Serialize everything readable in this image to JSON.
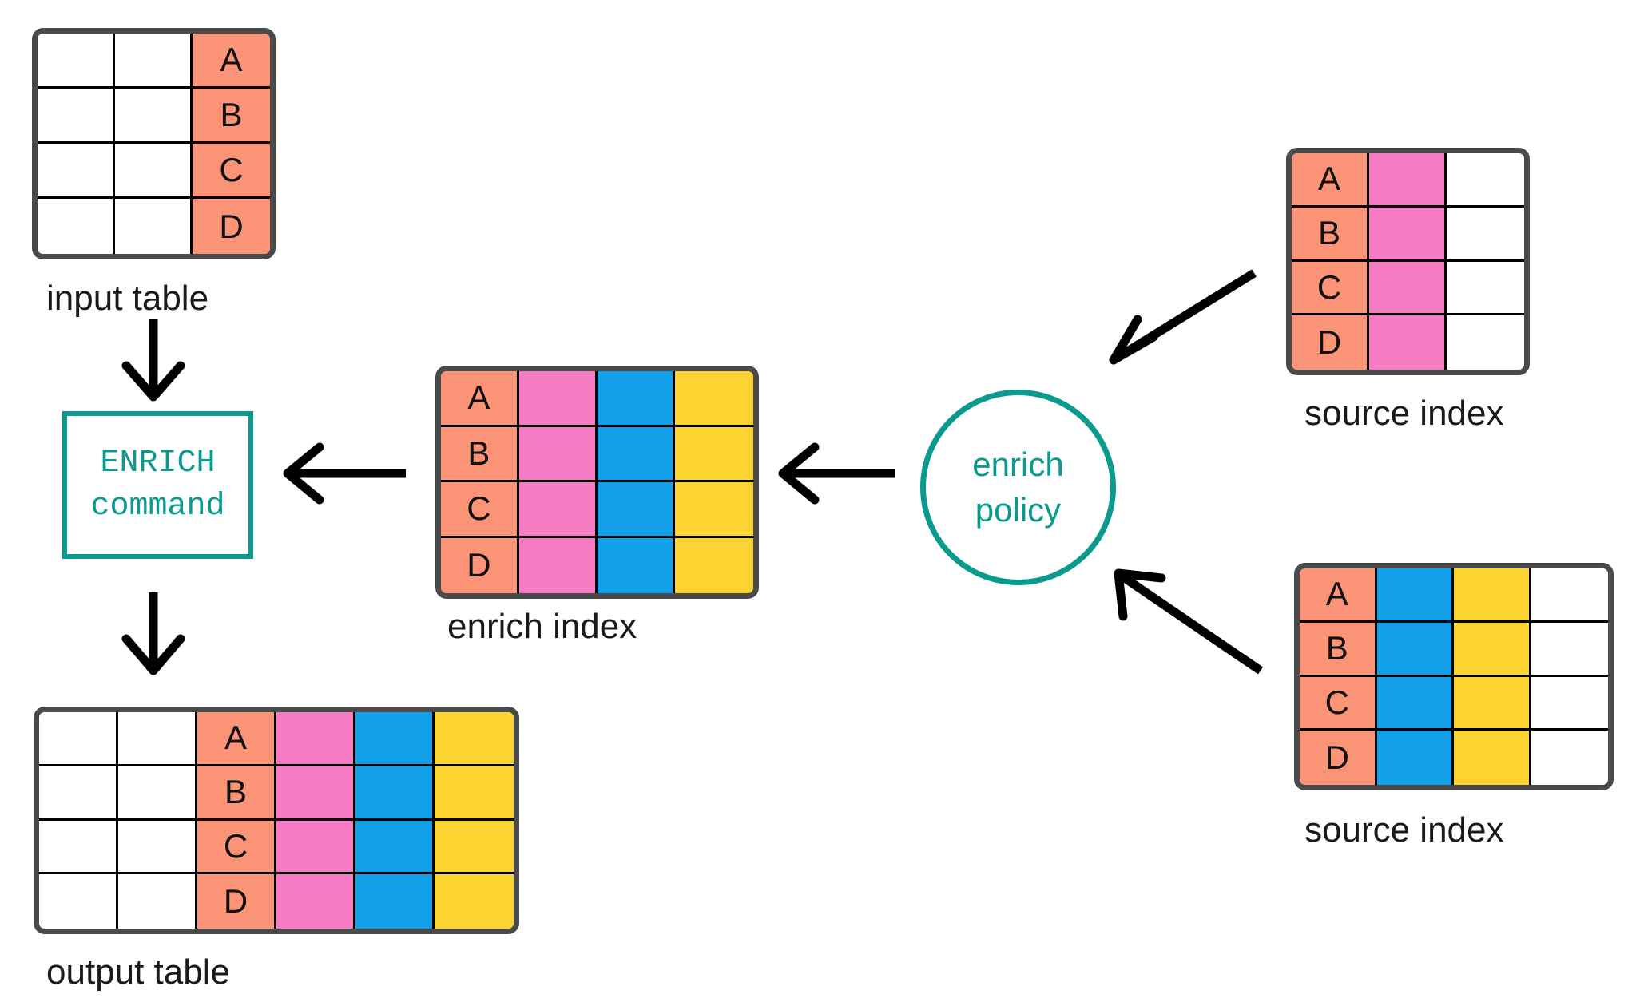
{
  "diagram": {
    "title": "ENRICH command with enrich policy and source indices",
    "palette": {
      "salmon": "#fb9377",
      "pink": "#f87cc3",
      "blue": "#13a0eb",
      "yellow": "#fcd432",
      "white": "#ffffff",
      "table_border": "#4a4a4a",
      "cell_border": "#000000",
      "teal": "#0a9b8e",
      "arrow": "#000000"
    }
  },
  "input_table": {
    "caption": "input table",
    "columns": 3,
    "rows": [
      {
        "cells": [
          {
            "text": "",
            "color": "white"
          },
          {
            "text": "",
            "color": "white"
          },
          {
            "text": "A",
            "color": "salmon"
          }
        ]
      },
      {
        "cells": [
          {
            "text": "",
            "color": "white"
          },
          {
            "text": "",
            "color": "white"
          },
          {
            "text": "B",
            "color": "salmon"
          }
        ]
      },
      {
        "cells": [
          {
            "text": "",
            "color": "white"
          },
          {
            "text": "",
            "color": "white"
          },
          {
            "text": "C",
            "color": "salmon"
          }
        ]
      },
      {
        "cells": [
          {
            "text": "",
            "color": "white"
          },
          {
            "text": "",
            "color": "white"
          },
          {
            "text": "D",
            "color": "salmon"
          }
        ]
      }
    ]
  },
  "enrich_command": {
    "line1": "ENRICH",
    "line2": "command"
  },
  "enrich_policy": {
    "line1": "enrich",
    "line2": "policy"
  },
  "enrich_index": {
    "caption": "enrich index",
    "columns": 4,
    "rows": [
      {
        "cells": [
          {
            "text": "A",
            "color": "salmon"
          },
          {
            "text": "",
            "color": "pink"
          },
          {
            "text": "",
            "color": "blue"
          },
          {
            "text": "",
            "color": "yellow"
          }
        ]
      },
      {
        "cells": [
          {
            "text": "B",
            "color": "salmon"
          },
          {
            "text": "",
            "color": "pink"
          },
          {
            "text": "",
            "color": "blue"
          },
          {
            "text": "",
            "color": "yellow"
          }
        ]
      },
      {
        "cells": [
          {
            "text": "C",
            "color": "salmon"
          },
          {
            "text": "",
            "color": "pink"
          },
          {
            "text": "",
            "color": "blue"
          },
          {
            "text": "",
            "color": "yellow"
          }
        ]
      },
      {
        "cells": [
          {
            "text": "D",
            "color": "salmon"
          },
          {
            "text": "",
            "color": "pink"
          },
          {
            "text": "",
            "color": "blue"
          },
          {
            "text": "",
            "color": "yellow"
          }
        ]
      }
    ]
  },
  "source_index_top": {
    "caption": "source index",
    "columns": 3,
    "rows": [
      {
        "cells": [
          {
            "text": "A",
            "color": "salmon"
          },
          {
            "text": "",
            "color": "pink"
          },
          {
            "text": "",
            "color": "white"
          }
        ]
      },
      {
        "cells": [
          {
            "text": "B",
            "color": "salmon"
          },
          {
            "text": "",
            "color": "pink"
          },
          {
            "text": "",
            "color": "white"
          }
        ]
      },
      {
        "cells": [
          {
            "text": "C",
            "color": "salmon"
          },
          {
            "text": "",
            "color": "pink"
          },
          {
            "text": "",
            "color": "white"
          }
        ]
      },
      {
        "cells": [
          {
            "text": "D",
            "color": "salmon"
          },
          {
            "text": "",
            "color": "pink"
          },
          {
            "text": "",
            "color": "white"
          }
        ]
      }
    ]
  },
  "source_index_bottom": {
    "caption": "source index",
    "columns": 4,
    "rows": [
      {
        "cells": [
          {
            "text": "A",
            "color": "salmon"
          },
          {
            "text": "",
            "color": "blue"
          },
          {
            "text": "",
            "color": "yellow"
          },
          {
            "text": "",
            "color": "white"
          }
        ]
      },
      {
        "cells": [
          {
            "text": "B",
            "color": "salmon"
          },
          {
            "text": "",
            "color": "blue"
          },
          {
            "text": "",
            "color": "yellow"
          },
          {
            "text": "",
            "color": "white"
          }
        ]
      },
      {
        "cells": [
          {
            "text": "C",
            "color": "salmon"
          },
          {
            "text": "",
            "color": "blue"
          },
          {
            "text": "",
            "color": "yellow"
          },
          {
            "text": "",
            "color": "white"
          }
        ]
      },
      {
        "cells": [
          {
            "text": "D",
            "color": "salmon"
          },
          {
            "text": "",
            "color": "blue"
          },
          {
            "text": "",
            "color": "yellow"
          },
          {
            "text": "",
            "color": "white"
          }
        ]
      }
    ]
  },
  "output_table": {
    "caption": "output table",
    "columns": 6,
    "rows": [
      {
        "cells": [
          {
            "text": "",
            "color": "white"
          },
          {
            "text": "",
            "color": "white"
          },
          {
            "text": "A",
            "color": "salmon"
          },
          {
            "text": "",
            "color": "pink"
          },
          {
            "text": "",
            "color": "blue"
          },
          {
            "text": "",
            "color": "yellow"
          }
        ]
      },
      {
        "cells": [
          {
            "text": "",
            "color": "white"
          },
          {
            "text": "",
            "color": "white"
          },
          {
            "text": "B",
            "color": "salmon"
          },
          {
            "text": "",
            "color": "pink"
          },
          {
            "text": "",
            "color": "blue"
          },
          {
            "text": "",
            "color": "yellow"
          }
        ]
      },
      {
        "cells": [
          {
            "text": "",
            "color": "white"
          },
          {
            "text": "",
            "color": "white"
          },
          {
            "text": "C",
            "color": "salmon"
          },
          {
            "text": "",
            "color": "pink"
          },
          {
            "text": "",
            "color": "blue"
          },
          {
            "text": "",
            "color": "yellow"
          }
        ]
      },
      {
        "cells": [
          {
            "text": "",
            "color": "white"
          },
          {
            "text": "",
            "color": "white"
          },
          {
            "text": "D",
            "color": "salmon"
          },
          {
            "text": "",
            "color": "pink"
          },
          {
            "text": "",
            "color": "blue"
          },
          {
            "text": "",
            "color": "yellow"
          }
        ]
      }
    ]
  },
  "arrows": [
    {
      "name": "input-table-to-enrich-command",
      "direction": "down"
    },
    {
      "name": "enrich-command-to-output-table",
      "direction": "down"
    },
    {
      "name": "enrich-index-to-enrich-command",
      "direction": "left"
    },
    {
      "name": "enrich-policy-to-enrich-index",
      "direction": "left"
    },
    {
      "name": "source-index-top-to-enrich-policy",
      "direction": "down-left"
    },
    {
      "name": "source-index-bottom-to-enrich-policy",
      "direction": "up-left"
    }
  ]
}
